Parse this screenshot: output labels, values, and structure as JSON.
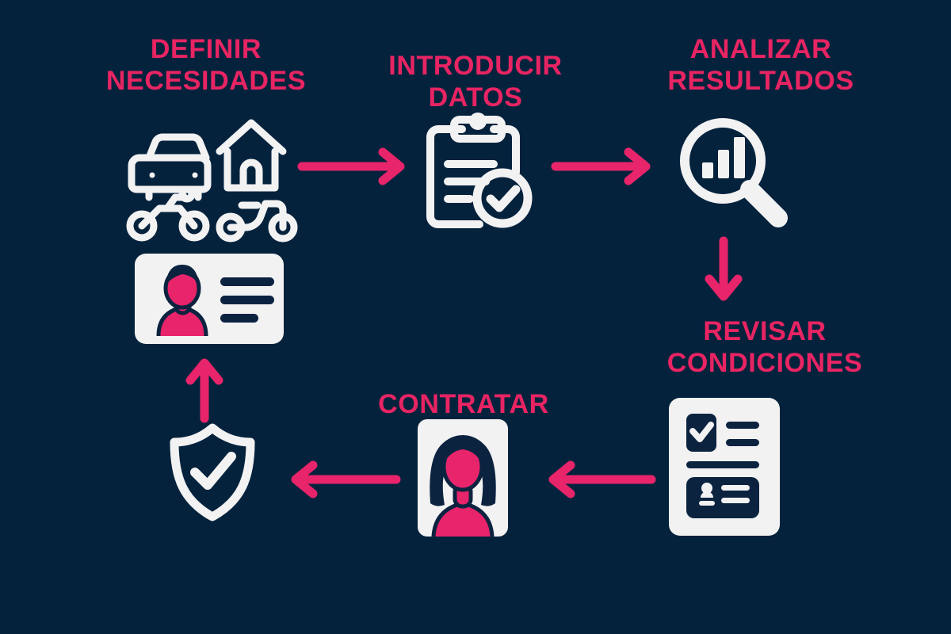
{
  "theme": {
    "background": "#05223d",
    "accent_pink": "#e82463",
    "icon_white": "#f2f2f2",
    "icon_dark": "#0c2340"
  },
  "diagram": {
    "type": "cycle-flow",
    "title_language": "es",
    "steps": [
      {
        "id": "definir-necesidades",
        "label": "DEFINIR\nNECESIDADES",
        "icons": [
          "car-icon",
          "house-icon",
          "motorcycle-icon",
          "scooter-icon",
          "id-card-icon"
        ]
      },
      {
        "id": "introducir-datos",
        "label": "INTRODUCIR\nDATOS",
        "icons": [
          "clipboard-check-icon"
        ]
      },
      {
        "id": "analizar-resultados",
        "label": "ANALIZAR\nRESULTADOS",
        "icons": [
          "magnifier-bar-chart-icon"
        ]
      },
      {
        "id": "revisar-condiciones",
        "label": "REVISAR\nCONDICIONES",
        "icons": [
          "document-contract-icon"
        ]
      },
      {
        "id": "contratar",
        "label": "CONTRATAR",
        "icons": [
          "person-photo-icon"
        ]
      },
      {
        "id": "protegido",
        "label": "",
        "icons": [
          "shield-check-icon"
        ]
      }
    ],
    "arrows": [
      {
        "id": "arrow-definir-to-introducir",
        "direction": "right"
      },
      {
        "id": "arrow-introducir-to-analizar",
        "direction": "right"
      },
      {
        "id": "arrow-analizar-to-revisar",
        "direction": "down"
      },
      {
        "id": "arrow-revisar-to-contratar",
        "direction": "left"
      },
      {
        "id": "arrow-contratar-to-proteccion",
        "direction": "left"
      },
      {
        "id": "arrow-proteccion-to-definir",
        "direction": "up"
      }
    ]
  }
}
